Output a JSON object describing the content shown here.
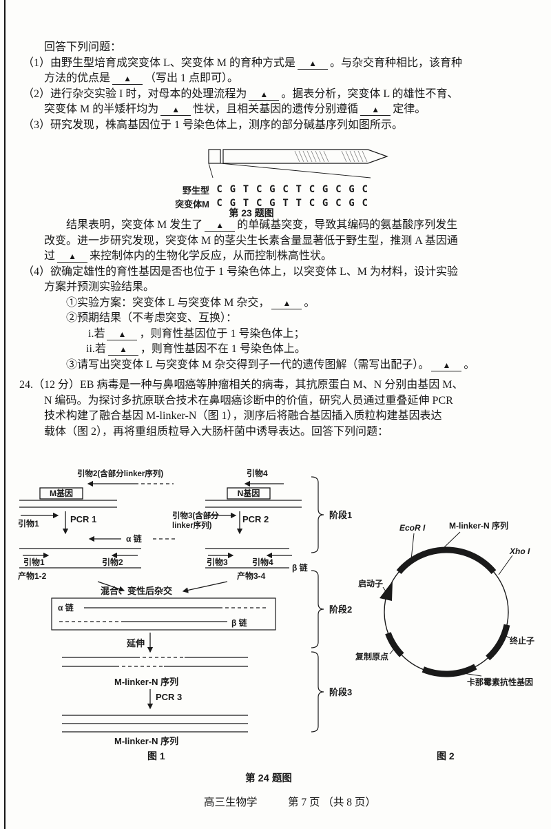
{
  "text_block1": {
    "lines": [
      {
        "indent": 36,
        "text": "回答下列问题："
      },
      {
        "indent": 5,
        "text": "（1）由野生型培育成突变体 L、突变体 M 的育种方式是▲。与杂交育种相比，该育种"
      },
      {
        "indent": 36,
        "text": "方法的优点是▲（写出 1 点即可）。"
      },
      {
        "indent": 5,
        "text": "（2）进行杂交实验 I 时，对母本的处理流程为▲。据表分析，突变体 L 的雄性不育、"
      },
      {
        "indent": 36,
        "text": "突变体 M 的半矮杆均为▲性状，且相关基因的遗传分别遵循▲定律。"
      },
      {
        "indent": 5,
        "text": "（3）研究发现，株高基因位于 1 号染色体上，测序的部分碱基序列如图所示。"
      }
    ]
  },
  "figure23": {
    "rows": [
      {
        "label": "野生型",
        "bases": [
          "C",
          "G",
          "T",
          "C",
          "G",
          "C",
          "T",
          "C",
          "G",
          "C",
          "G",
          "C"
        ]
      },
      {
        "label": "突变体M",
        "bases": [
          "C",
          "G",
          "T",
          "C",
          "G",
          "T",
          "T",
          "C",
          "G",
          "C",
          "G",
          "C"
        ]
      }
    ],
    "caption": "第 23 题图"
  },
  "text_block2": {
    "lines": [
      {
        "indent": 68,
        "text": "结果表明，突变体 M 发生了▲的单碱基突变，导致其编码的氨基酸序列发生"
      },
      {
        "indent": 36,
        "text": "改变。进一步研究发现，突变体 M 的茎尖生长素含量显著低于野生型，推测 A 基因通"
      },
      {
        "indent": 36,
        "text": "过▲来控制体内的生物化学反应，从而控制株高性状。"
      },
      {
        "indent": 5,
        "text": "（4）欲确定雄性的育性基因是否也位于 1 号染色体上，以突变体 L、M 为材料，设计实验"
      },
      {
        "indent": 36,
        "text": "方案并预测实验结果。"
      },
      {
        "indent": 68,
        "text": "①实验方案：突变体 L 与突变体 M 杂交，▲。"
      },
      {
        "indent": 68,
        "text": "②预期结果（不考虑突变、互换）："
      },
      {
        "indent": 100,
        "text": "i.若▲，则育性基因位于 1 号染色体上；"
      },
      {
        "indent": 97,
        "text": "ii.若▲，则育性基因不在 1 号染色体上。"
      },
      {
        "indent": 68,
        "text": "③请写出突变体 L 与突变体 M 杂交得到子一代的遗传图解（需写出配子）。▲。"
      },
      {
        "indent": 0,
        "cls": "q24",
        "text": "24.（12 分）EB 病毒是一种与鼻咽癌等肿瘤相关的病毒，其抗原蛋白 M、N 分别由基因 M、"
      },
      {
        "indent": 36,
        "text": "N 编码。为探讨多抗原联合技术在鼻咽癌诊断中的价值，研究人员通过重叠延伸 PCR"
      },
      {
        "indent": 36,
        "text": "技术构建了融合基因 M-linker-N（图 1），测序后将融合基因插入质粒构建基因表达"
      },
      {
        "indent": 36,
        "text": "载体（图 2），再将重组质粒导入大肠杆菌中诱导表达。回答下列问题："
      }
    ]
  },
  "fig1": {
    "primer2_label": "引物2(含部分linker序列)",
    "primer4_label": "引物4",
    "gene_m_label": "M基因",
    "gene_n_label": "N基因",
    "primer1_label": "引物1",
    "pcr1_label": "PCR 1",
    "primer3_label_line1": "引物3(含部分",
    "primer3_label_line2": "linker序列)",
    "pcr2_label": "PCR 2",
    "alpha_label": "α 链",
    "beta_label": "β 链",
    "product12_primer1_label": "引物1",
    "product12_primer2_label": "引物2",
    "product34_primer3_label": "引物3",
    "product34_primer4_label": "引物4",
    "product12_label": "产物1-2",
    "product34_label": "产物3-4",
    "mix_label": "混合、变性后杂交",
    "hybrid_alpha_label": "α 链",
    "hybrid_beta_label": "β 链",
    "extend_label": "延伸",
    "mlinkern_label_1": "M-linker-N 序列",
    "pcr3_label": "PCR 3",
    "mlinkern_label_2": "M-linker-N 序列",
    "stage1_label": "阶段1",
    "stage2_label": "阶段2",
    "stage3_label": "阶段3",
    "caption": "图 1"
  },
  "fig2": {
    "ecor1_label": "EcoR I",
    "mlinkern_label": "M-linker-N 序列",
    "xho1_label": "Xho I",
    "promoter_label": "启动子",
    "terminator_label": "终止子",
    "ori_label": "复制原点",
    "kan_label": "卡那霉素抗性基因",
    "caption": "图 2"
  },
  "figure24_caption": "第 24 题图",
  "footer": {
    "subject": "高三生物学",
    "page_info": "第 7 页 （共 8 页）"
  }
}
